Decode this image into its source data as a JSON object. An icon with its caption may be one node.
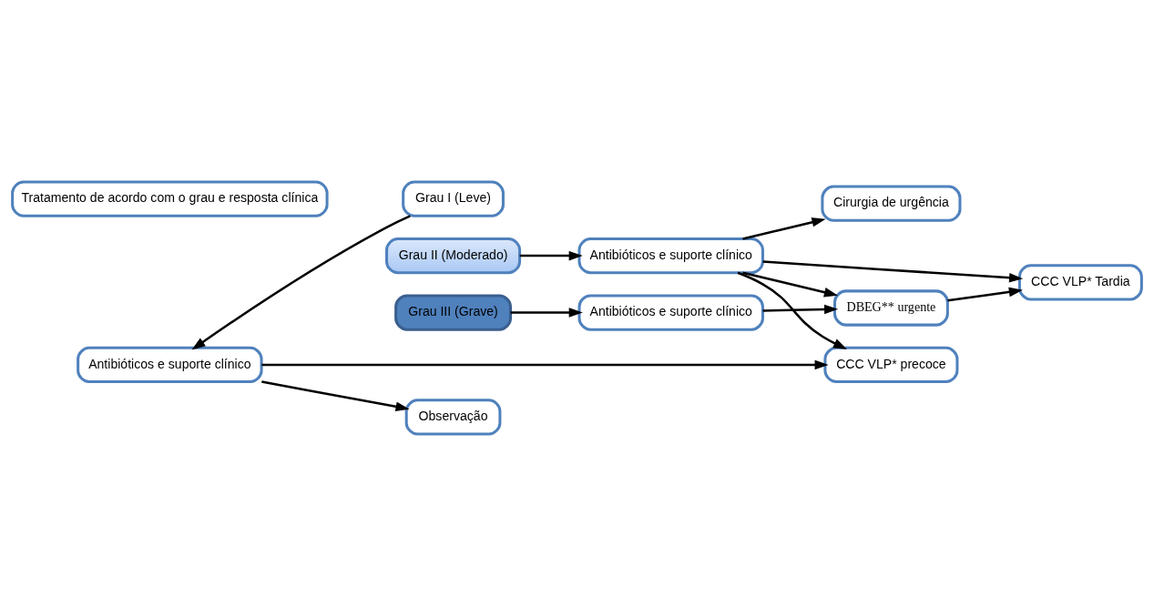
{
  "diagram": {
    "nodes": [
      {
        "text": [
          "Tratamento de acordo com o grau e resposta clínica"
        ]
      },
      {
        "text": [
          "Grau I (Leve)"
        ]
      },
      {
        "text": [
          "Antibióticos e suporte clínico"
        ]
      },
      {
        "text": [
          "Observação"
        ]
      },
      {
        "text": [
          "CCC VLP* precoce"
        ]
      },
      {
        "text": [
          "Grau II (Moderado)"
        ]
      },
      {
        "text": [
          "Antibióticos e suporte clínico"
        ]
      },
      {
        "text": [
          "Cirurgia de urgência"
        ]
      },
      {
        "text": [
          "Grau III (Grave)"
        ]
      },
      {
        "text": [
          "Antibióticos e suporte clínico"
        ]
      },
      {
        "text": [
          "DBEG** urgente"
        ]
      },
      {
        "text": [
          "CCC VLP* Tardia"
        ]
      }
    ],
    "edges": [
      {
        "from": 1,
        "to": 2,
        "arrow": "to"
      },
      {
        "from": 2,
        "to": 3,
        "arrow": "to"
      },
      {
        "from": 2,
        "to": 4,
        "arrow": "to"
      },
      {
        "from": 5,
        "to": 6,
        "arrow": "to"
      },
      {
        "from": 6,
        "to": 4,
        "arrow": "to"
      },
      {
        "from": 6,
        "to": 7,
        "arrow": "to"
      },
      {
        "from": 6,
        "to": 10,
        "arrow": "to"
      },
      {
        "from": 6,
        "to": 11,
        "arrow": "to"
      },
      {
        "from": 8,
        "to": 9,
        "arrow": "to"
      },
      {
        "from": 9,
        "to": 10,
        "arrow": "to"
      },
      {
        "from": 10,
        "to": 11,
        "arrow": "to"
      }
    ]
  }
}
